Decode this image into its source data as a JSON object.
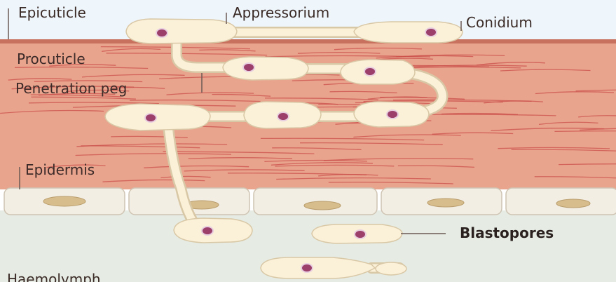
{
  "labels": {
    "epicuticle": "Epicuticle",
    "appressorium": "Appressorium",
    "conidium": "Conidium",
    "procuticle": "Procuticle",
    "penetration_peg": "Penetration peg",
    "epidermis": "Epidermis",
    "blastopores": "Blastopores",
    "haemolymph": "Haemolymph"
  },
  "colors": {
    "epicuticle": "#eef5fb",
    "epicuticle_line": "#c9715f",
    "procuticle": "#e9a48e",
    "fiber": "#c94f49",
    "epidermis_cell": "#f3eee3",
    "nucleus_flat": "#d8bd8c",
    "haemolymph": "#e6ebe3",
    "fungus": "#fbf0d8",
    "fungus_outline": "#d9c8a6",
    "nucleus": "#9c3f6b"
  }
}
